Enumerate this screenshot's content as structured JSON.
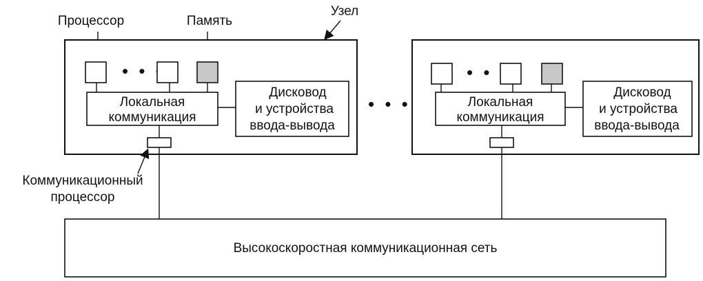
{
  "labels": {
    "processor": "Процессор",
    "memory": "Память",
    "node": "Узел",
    "comm_processor_line1": "Коммуникационный",
    "comm_processor_line2": "процессор",
    "ellipsis": "• • •",
    "network": "Высокоскоростная коммуникационная сеть"
  },
  "nodes": [
    {
      "local_comm_line1": "Локальная",
      "local_comm_line2": "коммуникация",
      "disk_line1": "Дисковод",
      "disk_line2": "и устройства",
      "disk_line3": "ввода-вывода",
      "ellipsis": "• • •"
    },
    {
      "local_comm_line1": "Локальная",
      "local_comm_line2": "коммуникация",
      "disk_line1": "Дисковод",
      "disk_line2": "и устройства",
      "disk_line3": "ввода-вывода",
      "ellipsis": "• • •"
    }
  ],
  "colors": {
    "stroke": "#111111",
    "memory_fill": "#c8c8c8",
    "background": "#ffffff"
  }
}
